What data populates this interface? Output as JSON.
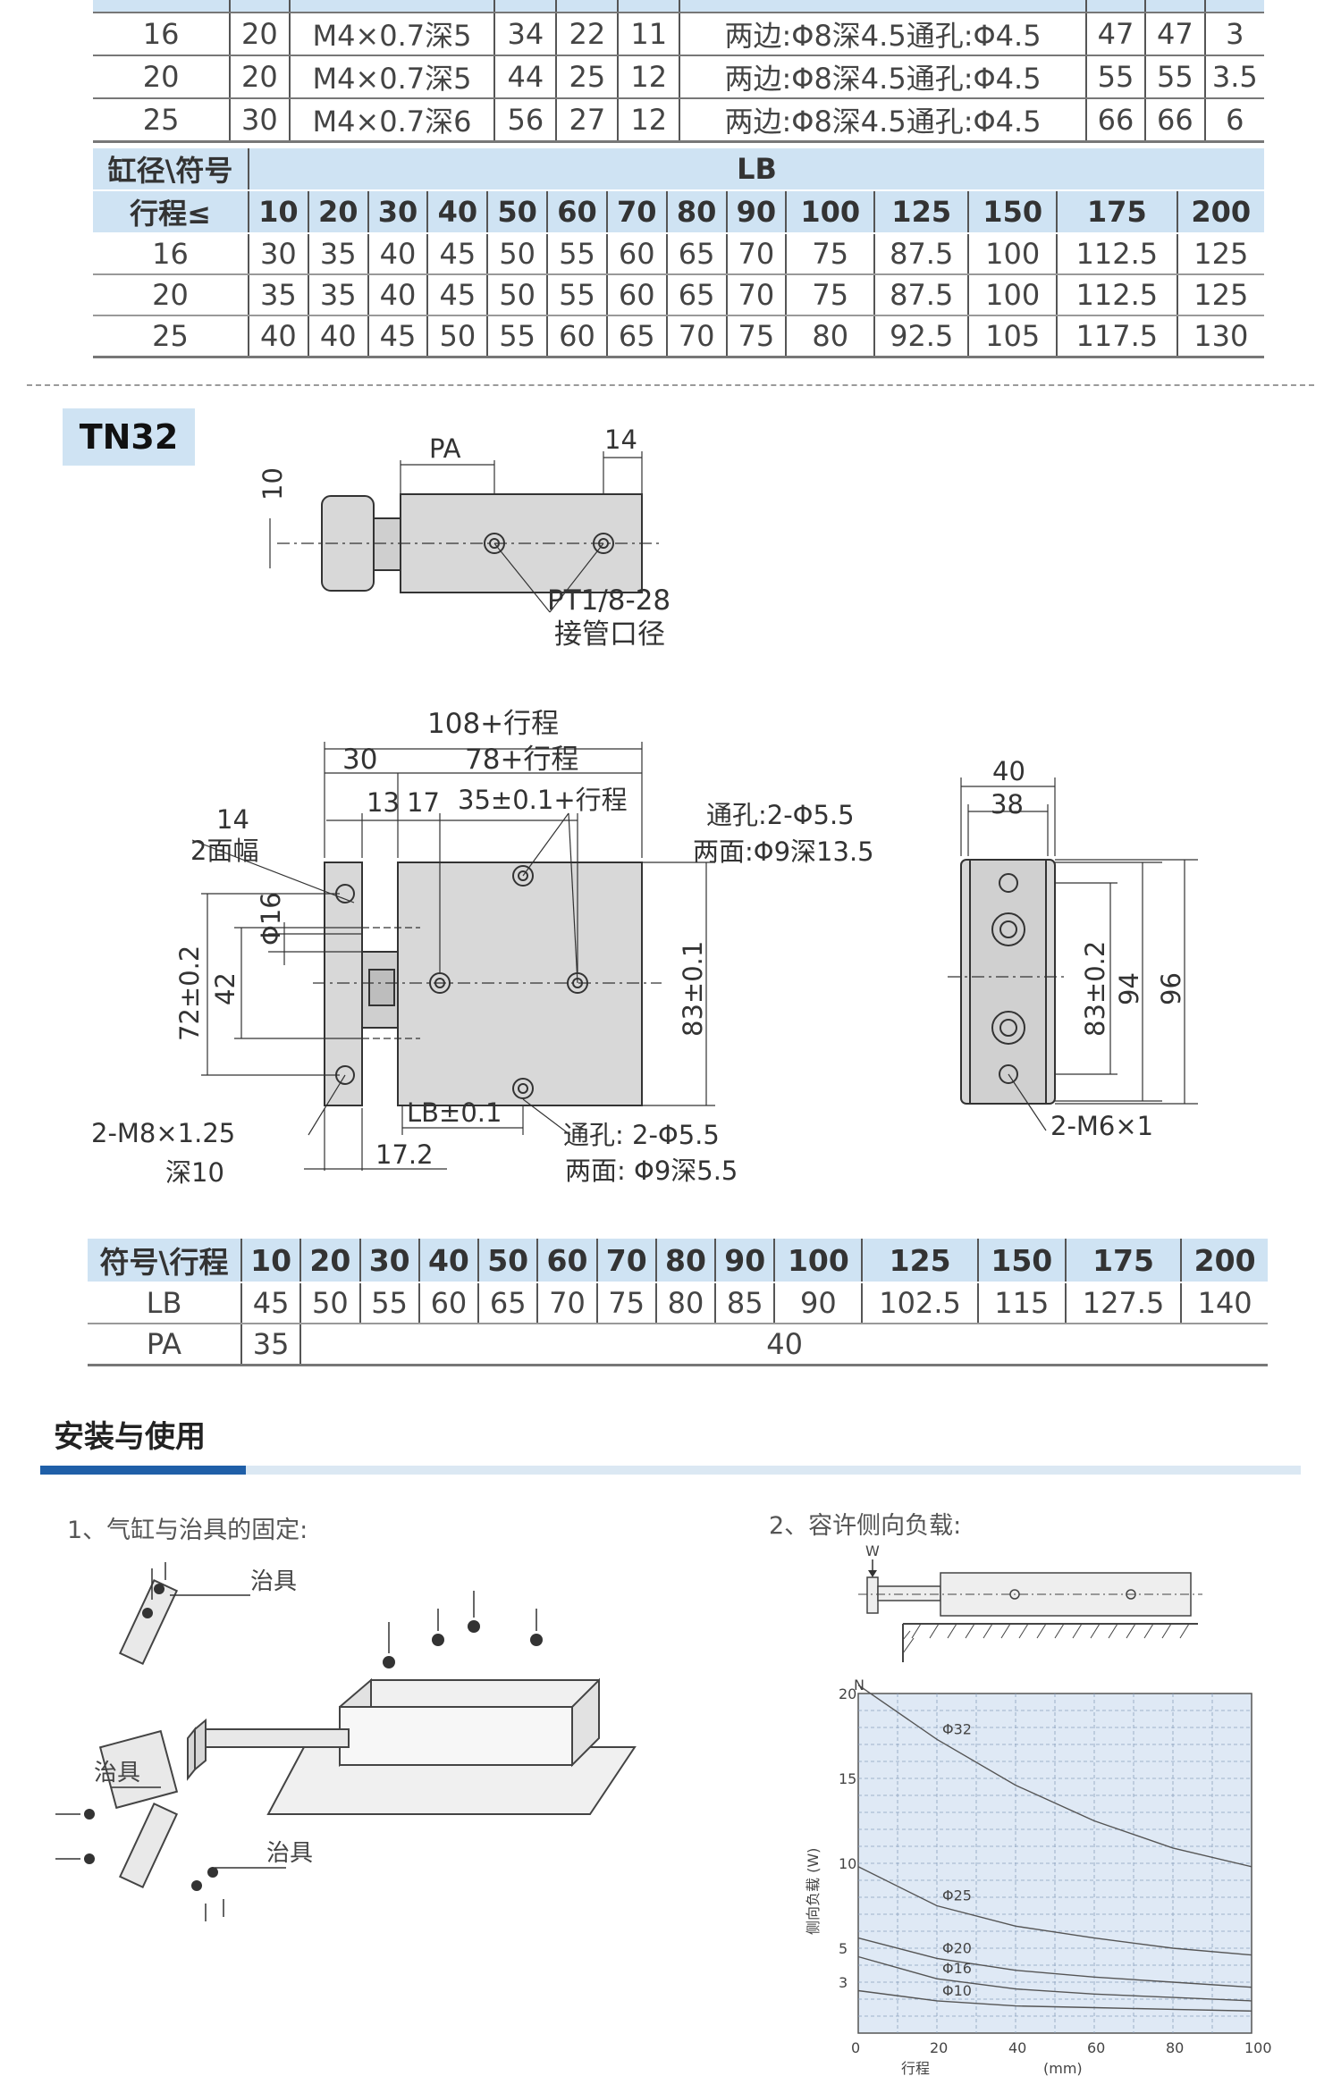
{
  "top_table": {
    "rows": [
      [
        "16",
        "20",
        "M4×0.7深5",
        "34",
        "22",
        "11",
        "两边:Φ8深4.5通孔:Φ4.5",
        "47",
        "47",
        "3"
      ],
      [
        "20",
        "20",
        "M4×0.7深5",
        "44",
        "25",
        "12",
        "两边:Φ8深4.5通孔:Φ4.5",
        "55",
        "55",
        "3.5"
      ],
      [
        "25",
        "30",
        "M4×0.7深6",
        "56",
        "27",
        "12",
        "两边:Φ8深4.5通孔:Φ4.5",
        "66",
        "66",
        "6"
      ]
    ]
  },
  "lb_table_1": {
    "corner_top": "缸径\\符号",
    "group_header": "LB",
    "corner_bottom": "行程≤",
    "strokes": [
      "10",
      "20",
      "30",
      "40",
      "50",
      "60",
      "70",
      "80",
      "90",
      "100",
      "125",
      "150",
      "175",
      "200"
    ],
    "rows": [
      {
        "bore": "16",
        "values": [
          "30",
          "35",
          "40",
          "45",
          "50",
          "55",
          "60",
          "65",
          "70",
          "75",
          "87.5",
          "100",
          "112.5",
          "125"
        ]
      },
      {
        "bore": "20",
        "values": [
          "35",
          "35",
          "40",
          "45",
          "50",
          "55",
          "60",
          "65",
          "70",
          "75",
          "87.5",
          "100",
          "112.5",
          "125"
        ]
      },
      {
        "bore": "25",
        "values": [
          "40",
          "40",
          "45",
          "50",
          "55",
          "60",
          "65",
          "70",
          "75",
          "80",
          "92.5",
          "105",
          "117.5",
          "130"
        ]
      }
    ]
  },
  "model": "TN32",
  "drawing": {
    "pa": "PA",
    "d14_top": "14",
    "d10": "10",
    "port_spec": "PT1/8-28",
    "port_label": "接管口径",
    "overall": "108+行程",
    "d30": "30",
    "body": "78+行程",
    "d13": "13",
    "d17": "17",
    "pitch": "35±0.1+行程",
    "wrench_14": "14",
    "wrench_label": "2面幅",
    "phi16": "Φ16",
    "d72": "72±0.2",
    "d42": "42",
    "d83a": "83±0.1",
    "hole_top_1": "通孔:2-Φ5.5",
    "hole_top_2": "两面:Φ9深13.5",
    "thread_1": "2-M8×1.25",
    "thread_2": "深10",
    "lb_tol": "LB±0.1",
    "d172": "17.2",
    "hole_bot_1": "通孔: 2-Φ5.5",
    "hole_bot_2": "两面: Φ9深5.5",
    "w40": "40",
    "w38": "38",
    "d83b": "83±0.2",
    "d94": "94",
    "d96": "96",
    "side_thread": "2-M6×1"
  },
  "lb_table_2": {
    "corner": "符号\\行程",
    "strokes": [
      "10",
      "20",
      "30",
      "40",
      "50",
      "60",
      "70",
      "80",
      "90",
      "100",
      "125",
      "150",
      "175",
      "200"
    ],
    "lb_label": "LB",
    "lb_values": [
      "45",
      "50",
      "55",
      "60",
      "65",
      "70",
      "75",
      "80",
      "85",
      "90",
      "102.5",
      "115",
      "127.5",
      "140"
    ],
    "pa_label": "PA",
    "pa_first": "35",
    "pa_rest": "40"
  },
  "section_title": "安装与使用",
  "step1": {
    "label": "1、气缸与治具的固定:",
    "jig_label": "治具"
  },
  "step2": {
    "label": "2、容许侧向负载:",
    "load_symbol": "W"
  },
  "chart_data": {
    "type": "line",
    "title": "",
    "xlabel": "行程",
    "x_unit": "(mm)",
    "ylabel": "侧向负载 (W)",
    "y_unit": "N",
    "xlim": [
      0,
      100
    ],
    "ylim": [
      0,
      20
    ],
    "x_ticks": [
      "0",
      "20",
      "40",
      "60",
      "80",
      "100"
    ],
    "y_ticks": [
      "3",
      "5",
      "10",
      "15",
      "20"
    ],
    "grid": true,
    "series": [
      {
        "name": "Φ32",
        "x": [
          0,
          20,
          40,
          60,
          80,
          100
        ],
        "y": [
          20.5,
          17.3,
          14.6,
          12.5,
          10.9,
          9.8
        ]
      },
      {
        "name": "Φ25",
        "x": [
          0,
          20,
          40,
          60,
          80,
          100
        ],
        "y": [
          9.8,
          7.5,
          6.3,
          5.6,
          5.0,
          4.6
        ]
      },
      {
        "name": "Φ20",
        "x": [
          0,
          20,
          40,
          60,
          80,
          100
        ],
        "y": [
          5.6,
          4.4,
          3.7,
          3.3,
          3.0,
          2.7
        ]
      },
      {
        "name": "Φ16",
        "x": [
          0,
          20,
          40,
          60,
          80,
          100
        ],
        "y": [
          4.5,
          3.2,
          2.6,
          2.3,
          2.1,
          1.9
        ]
      },
      {
        "name": "Φ10",
        "x": [
          0,
          20,
          40,
          60,
          80,
          100
        ],
        "y": [
          2.5,
          1.9,
          1.6,
          1.5,
          1.4,
          1.3
        ]
      }
    ]
  }
}
